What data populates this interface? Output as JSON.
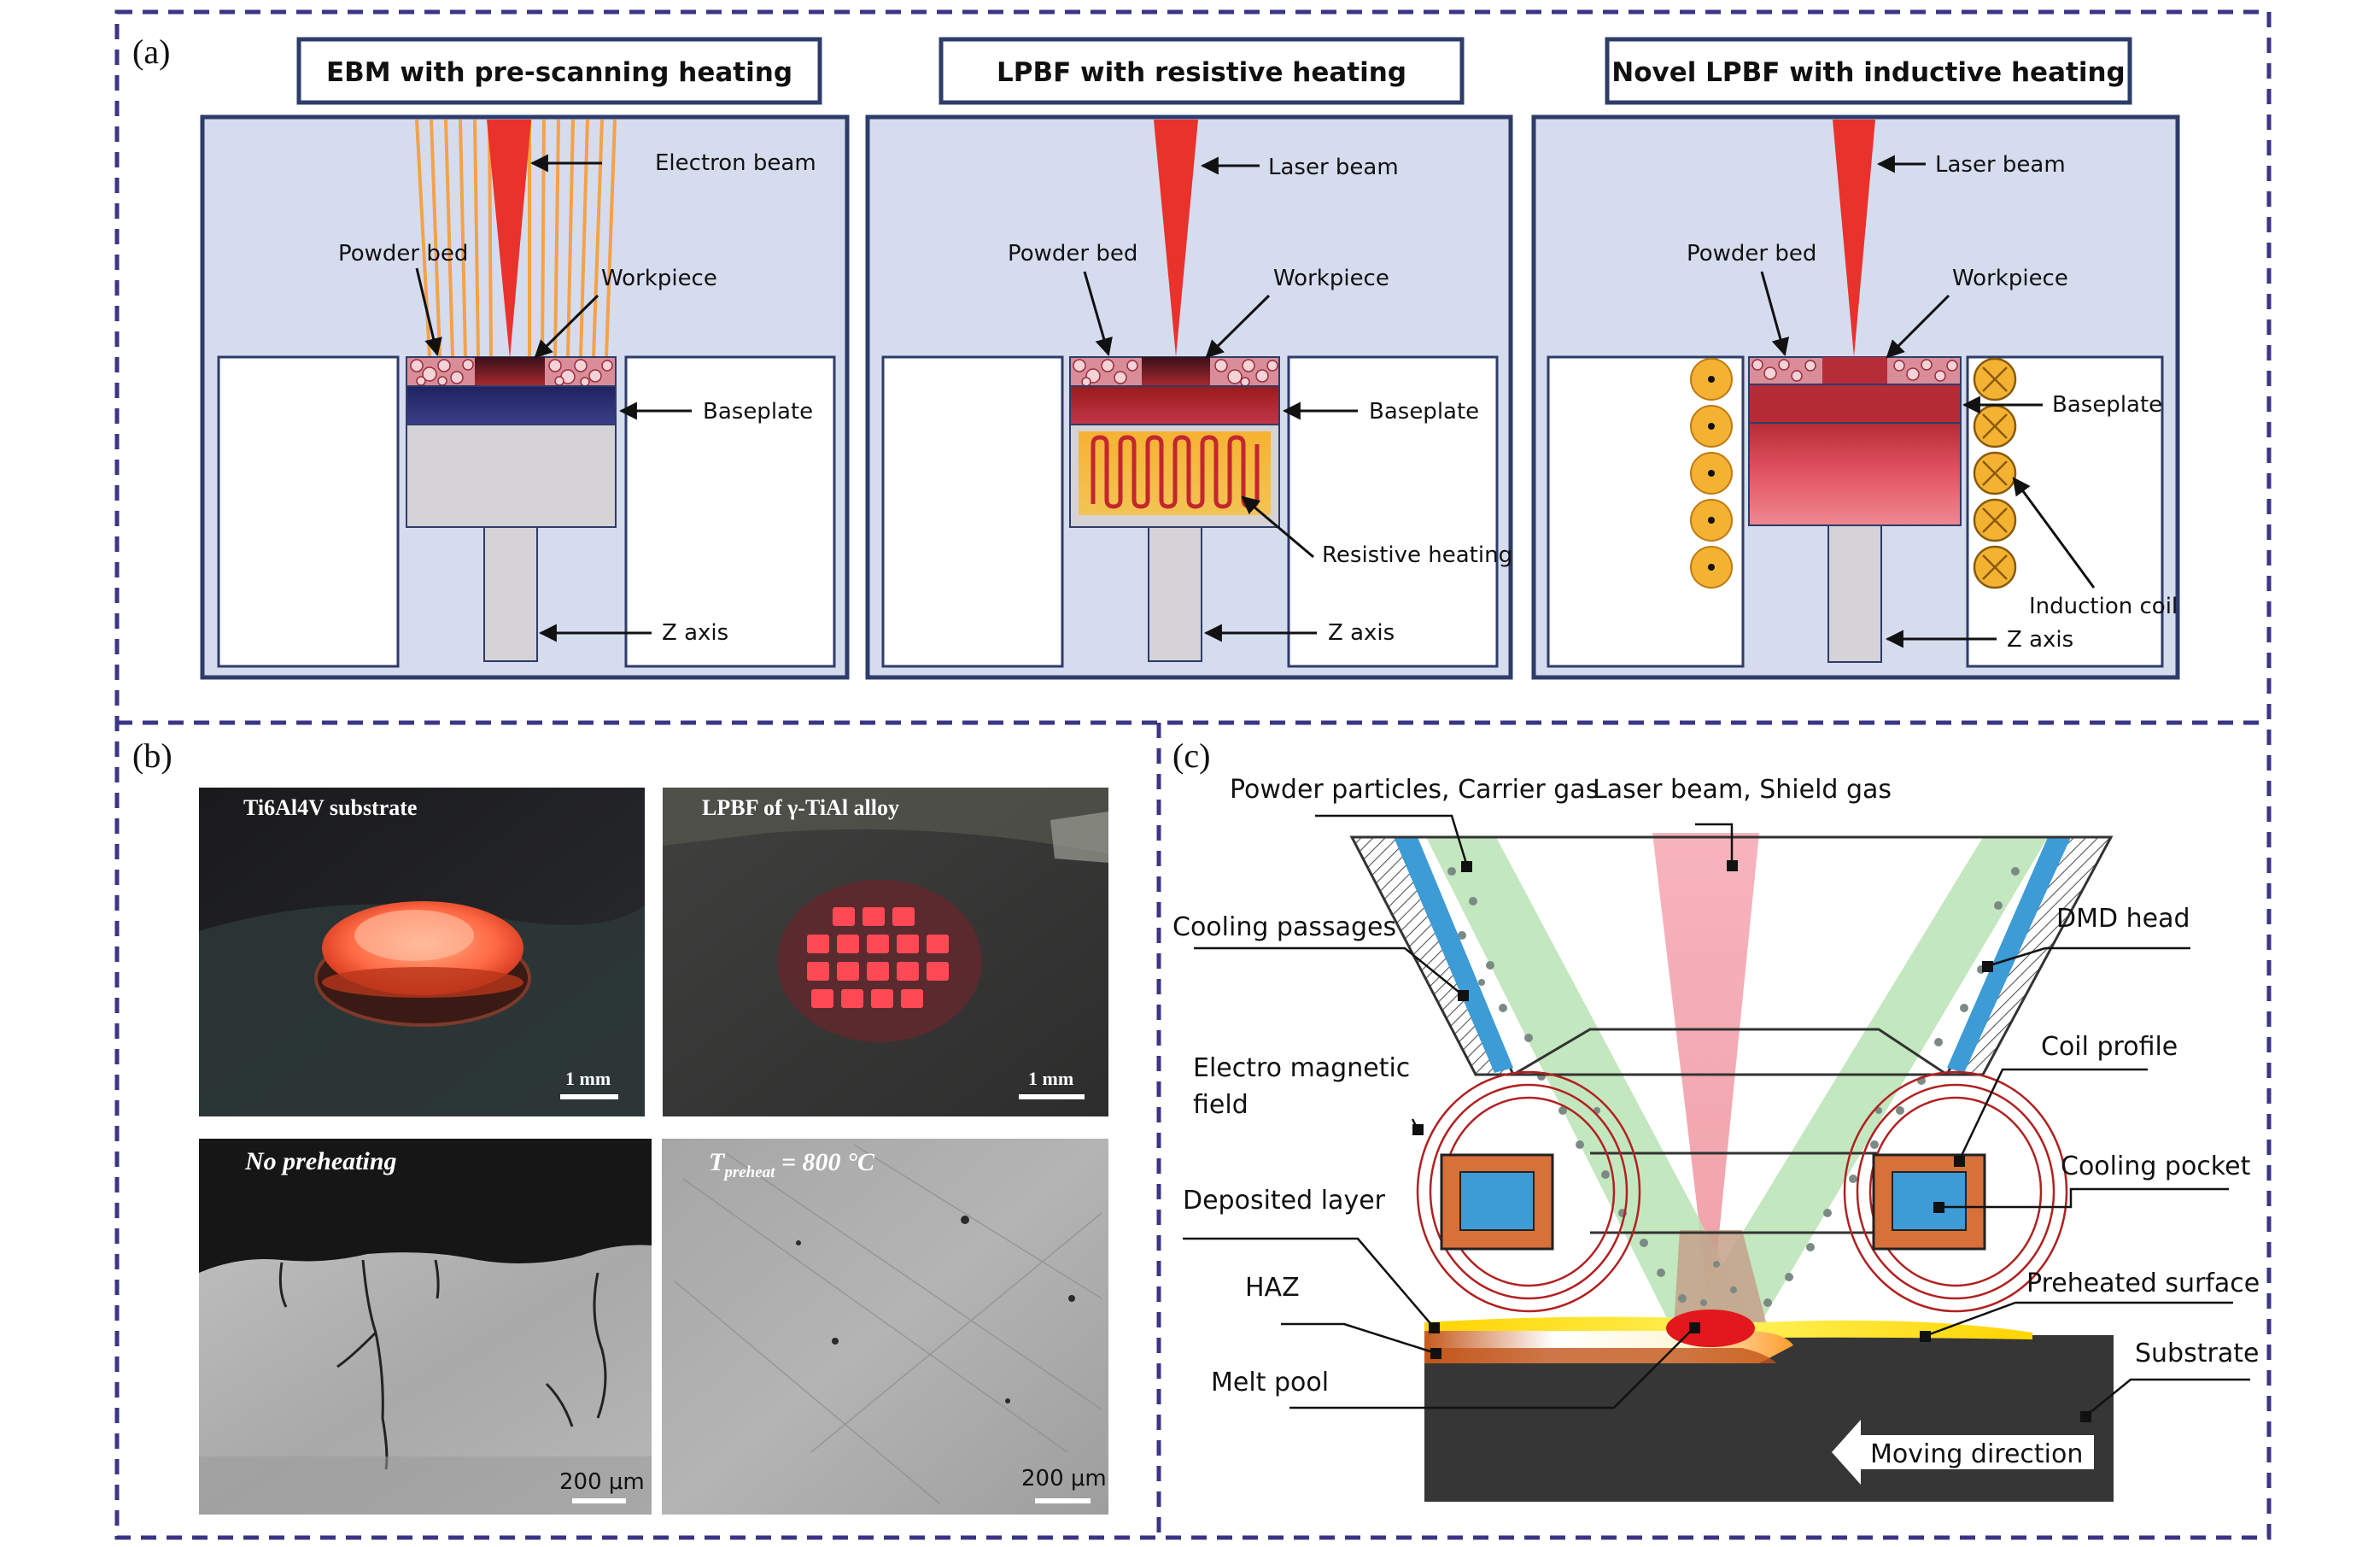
{
  "panels": {
    "a": {
      "tag": "(a)",
      "titles": [
        "EBM with pre-scanning heating",
        "LPBF with resistive heating",
        "Novel LPBF with inductive heating"
      ],
      "ebm": {
        "beam": "Electron beam",
        "powder": "Powder bed",
        "workpiece": "Workpiece",
        "baseplate": "Baseplate",
        "zaxis": "Z axis"
      },
      "resistive": {
        "beam": "Laser beam",
        "powder": "Powder bed",
        "workpiece": "Workpiece",
        "baseplate": "Baseplate",
        "heating": "Resistive heating",
        "zaxis": "Z axis"
      },
      "inductive": {
        "beam": "Laser beam",
        "powder": "Powder bed",
        "workpiece": "Workpiece",
        "baseplate": "Baseplate",
        "coil": "Induction coil",
        "zaxis": "Z axis"
      }
    },
    "b": {
      "tag": "(b)",
      "photos": [
        {
          "caption": "Ti6Al4V substrate",
          "scale": "1 mm"
        },
        {
          "caption": "LPBF of γ-TiAl alloy",
          "scale": "1 mm"
        },
        {
          "caption": "No preheating",
          "scale": "200 μm"
        },
        {
          "caption_main": "T",
          "caption_sub": "preheat",
          "caption_rest": " = 800 °C",
          "scale": "200 μm"
        }
      ]
    },
    "c": {
      "tag": "(c)",
      "labels": {
        "powder": "Powder particles, Carrier gas",
        "laser": "Laser beam, Shield gas",
        "cooling_passages": "Cooling passages",
        "dmd_head": "DMD head",
        "em_field_1": "Electro magnetic",
        "em_field_2": "field",
        "coil_profile": "Coil profile",
        "cooling_pocket": "Cooling pocket",
        "deposited_layer": "Deposited layer",
        "haz": "HAZ",
        "preheated_surface": "Preheated surface",
        "substrate": "Substrate",
        "melt_pool": "Melt pool",
        "moving_direction": "Moving direction"
      }
    }
  },
  "colors": {
    "frame_dash": "#3a3585",
    "chamber_fill": "#d5dcee",
    "chamber_border": "#2e3c6a",
    "laser": "#e8322b",
    "electron": "#f4a24a",
    "coil": "#f3b232",
    "copper": "#d8703a",
    "water": "#3d9bd6",
    "powder_jet": "#b9e3b3",
    "laser_c": "#f6b6bf"
  }
}
